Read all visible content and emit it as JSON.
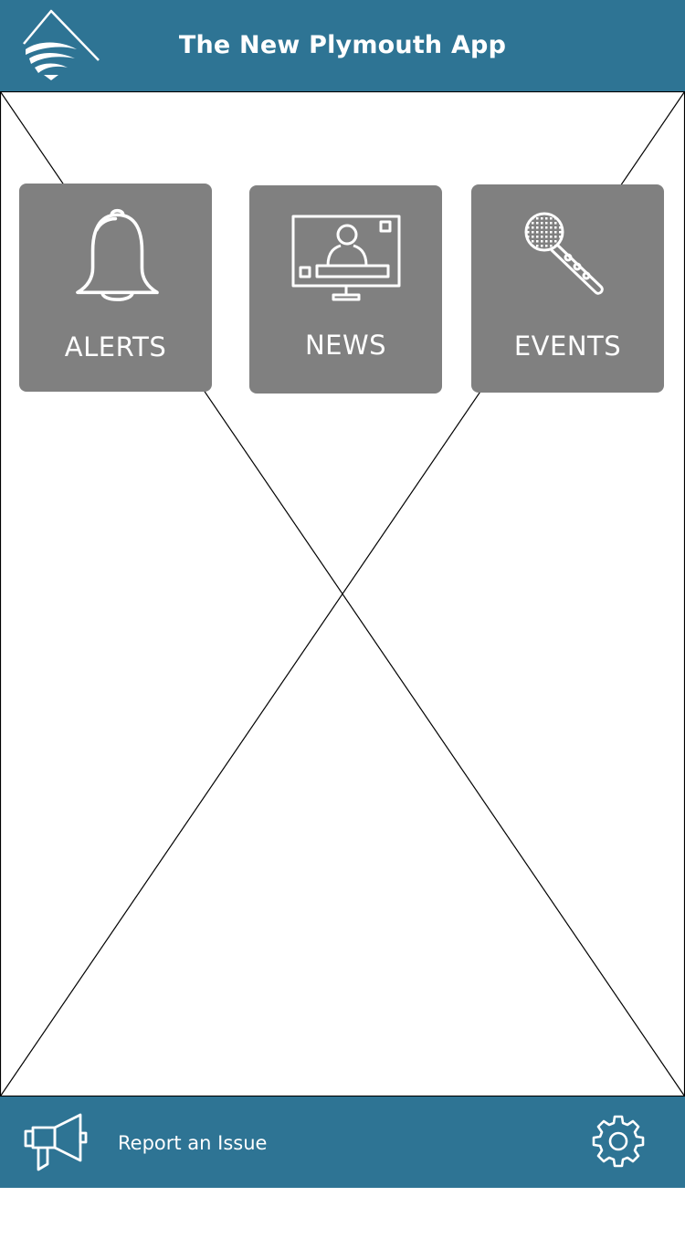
{
  "app": {
    "title": "The New Plymouth App",
    "header_color": "#2e7494",
    "tile_color": "#808080"
  },
  "tiles": [
    {
      "label": "ALERTS",
      "icon": "bell-icon"
    },
    {
      "label": "NEWS",
      "icon": "tv-news-icon"
    },
    {
      "label": "EVENTS",
      "icon": "microphone-icon"
    }
  ],
  "footer": {
    "report_label": "Report an Issue",
    "report_icon": "megaphone-icon",
    "settings_icon": "gear-icon"
  }
}
